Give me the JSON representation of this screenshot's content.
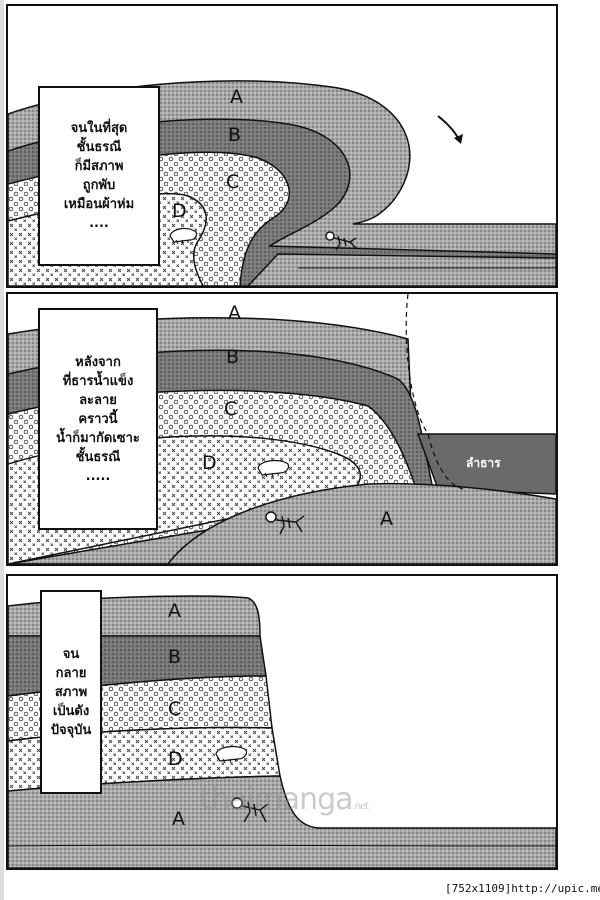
{
  "panels": [
    {
      "caption": [
        "จนในที่สุด",
        "ชั้นธรณี",
        "ก็มีสภาพ",
        "ถูกพับ",
        "เหมือนผ้าห่ม",
        "...."
      ],
      "layers": [
        "A",
        "B",
        "C",
        "D"
      ]
    },
    {
      "caption": [
        "หลังจาก",
        "ที่ธารน้ำแข็ง",
        "ละลาย",
        "คราวนี้",
        "น้ำก็มากัดเซาะ",
        "ชั้นธรณี",
        "....."
      ],
      "layers": [
        "A",
        "B",
        "C",
        "D",
        "A"
      ],
      "river_label": "ลำธาร"
    },
    {
      "caption": [
        "จน",
        "กลาย",
        "สภาพ",
        "เป็นดัง",
        "ปัจจุบัน"
      ],
      "layers": [
        "A",
        "B",
        "C",
        "D",
        "A"
      ]
    }
  ],
  "watermark": {
    "main": "thaimanga",
    "suffix": ".net"
  },
  "scan_tag": "[752x1109]http://upic.me/",
  "icons": [
    "arrow-icon",
    "dinosaur-skull-icon",
    "skeleton-icon"
  ]
}
